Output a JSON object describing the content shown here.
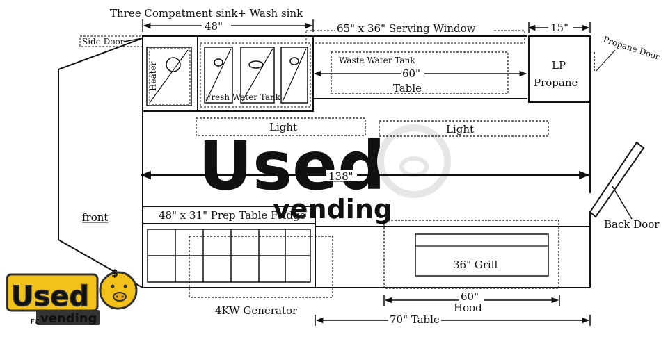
{
  "labels": {
    "top_title": "Three Compatment sink+ Wash sink",
    "dim_48": "48\"",
    "serving_window": "65\" x 36\" Serving Window",
    "dim_15": "15\"",
    "side_door": "Side Door",
    "propane_door": "Propane Door",
    "heater": "Heater",
    "fresh_water_tank": "Fresh Water Tank",
    "waste_water_tank": "Waste Water Tank",
    "dim_60_table": "60\"",
    "table": "Table",
    "lp": "LP",
    "propane": "Propane",
    "light_left": "Light",
    "light_right": "Light",
    "dim_138": "138\"",
    "front": "front",
    "back_door": "Back Door",
    "prep_fridge": "48\" x 31\" Prep Table Fridge",
    "grill": "36\" Grill",
    "dim_60_hood": "60\"",
    "hood": "Hood",
    "generator": "4KW Generator",
    "dim_70_table": "70\" Table"
  },
  "watermark": {
    "brand_used": "Used",
    "brand_vending": "vending"
  },
  "logo": {
    "used": "Used",
    "vending": "vending",
    "prefix": "FC",
    "colors": {
      "fill": "#f3c21a",
      "outline": "#333333"
    }
  },
  "colors": {
    "line": "#111111",
    "watermark": "#e2e2e2"
  }
}
